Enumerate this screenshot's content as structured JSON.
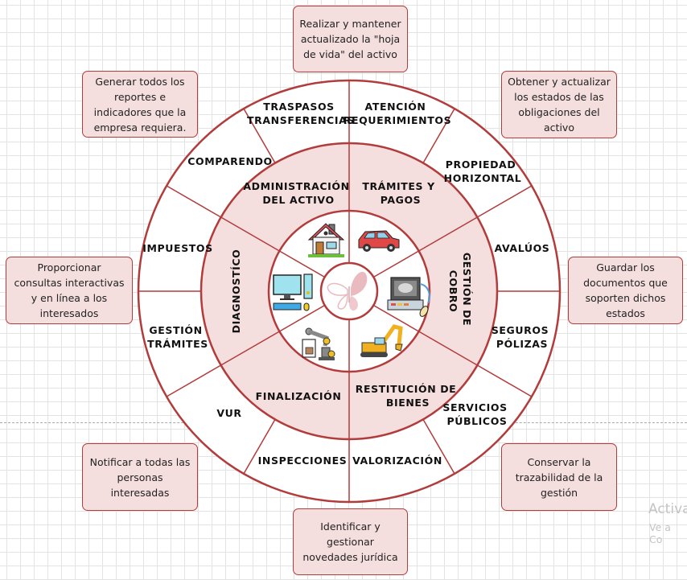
{
  "diagram": {
    "center_logo": "butterfly-logo",
    "inner_icons": [
      {
        "name": "house-icon",
        "segment": "ADMINISTRACIÓN DEL ACTIVO"
      },
      {
        "name": "car-icon",
        "segment": "TRÁMITES Y PAGOS"
      },
      {
        "name": "ultrasound-machine-icon",
        "segment": "GESTIÓN DE COBRO"
      },
      {
        "name": "excavator-icon",
        "segment": "RESTITUCIÓN DE BIENES"
      },
      {
        "name": "robot-arm-icon",
        "segment": "FINALIZACIÓN"
      },
      {
        "name": "computer-icon",
        "segment": "DIAGNOSTÍCO"
      }
    ],
    "middle_ring": [
      {
        "lines": [
          "ADMINISTRACIÓN",
          "DEL ACTIVO"
        ]
      },
      {
        "lines": [
          "TRÁMITES Y",
          "PAGOS"
        ]
      },
      {
        "lines": [
          "GESTIÓN DE",
          "COBRO"
        ]
      },
      {
        "lines": [
          "RESTITUCIÓN DE",
          "BIENES"
        ]
      },
      {
        "lines": [
          "FINALIZACIÓN"
        ]
      },
      {
        "lines": [
          "DIAGNOSTÍCO"
        ]
      }
    ],
    "outer_ring": [
      {
        "lines": [
          "TRASPASOS",
          "TRANSFERENCIAS"
        ]
      },
      {
        "lines": [
          "ATENCIÓN",
          "REQUERIMIENTOS"
        ]
      },
      {
        "lines": [
          "PROPIEDAD",
          "HORIZONTAL"
        ]
      },
      {
        "lines": [
          "AVALÚOS"
        ]
      },
      {
        "lines": [
          "SEGUROS",
          "PÓLIZAS"
        ]
      },
      {
        "lines": [
          "SERVICIOS",
          "PÚBLICOS"
        ]
      },
      {
        "lines": [
          "VALORIZACIÓN"
        ]
      },
      {
        "lines": [
          "INSPECCIONES"
        ]
      },
      {
        "lines": [
          "VUR"
        ]
      },
      {
        "lines": [
          "GESTIÓN",
          "TRÁMITES"
        ]
      },
      {
        "lines": [
          "IMPUESTOS"
        ]
      },
      {
        "lines": [
          "COMPARENDO"
        ]
      }
    ]
  },
  "notes": {
    "top": "Realizar y mantener\nactualizado la \"hoja\nde vida\" del activo",
    "top_left": "Generar todos los\nreportes e\nindicadores que la\nempresa requiera.",
    "top_right": "Obtener y actualizar\nlos estados de las\nobligaciones del\nactivo",
    "left": "Proporcionar\nconsultas interactivas\ny en línea a los\ninteresados",
    "right": "Guardar los\ndocumentos que\nsoporten dichos\nestados",
    "bottom_left": "Notificar a todas las\npersonas\ninteresadas",
    "bottom_right": "Conservar la\ntrazabilidad de la\ngestión",
    "bottom": "Identificar y\ngestionar\nnovedades jurídica"
  },
  "watermark": {
    "line1": "Activa",
    "line2": "Ve a Co"
  },
  "colors": {
    "ring_stroke": "#b23b3b",
    "ring_fill": "#f5dede",
    "note_fill": "#f5dede",
    "note_border": "#b23b3b"
  }
}
